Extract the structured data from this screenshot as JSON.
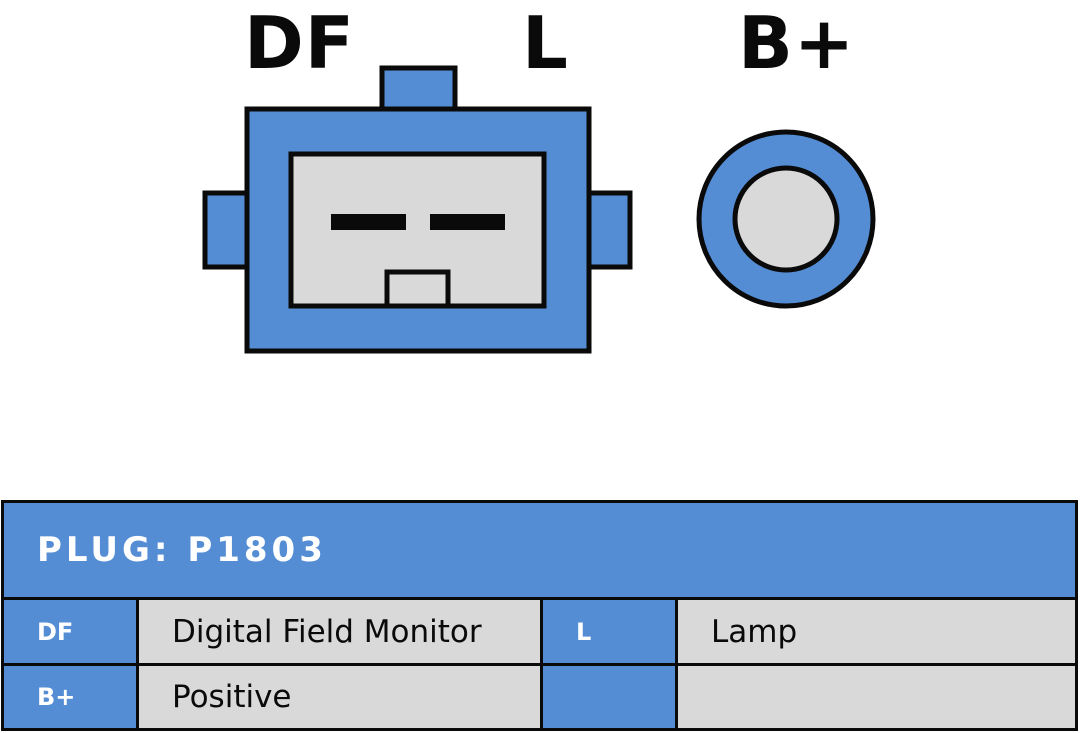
{
  "pins": {
    "df": "DF",
    "l": "L",
    "bplus": "B+"
  },
  "colors": {
    "connector_blue": "#548dd4",
    "contact_grey": "#d9d9d9",
    "outline": "#0a0a0a"
  },
  "table": {
    "header": "PLUG: P1803",
    "rows": [
      {
        "code1": "DF",
        "desc1": "Digital Field Monitor",
        "code2": "L",
        "desc2": "Lamp"
      },
      {
        "code1": "B+",
        "desc1": "Positive",
        "code2": "",
        "desc2": ""
      }
    ]
  }
}
